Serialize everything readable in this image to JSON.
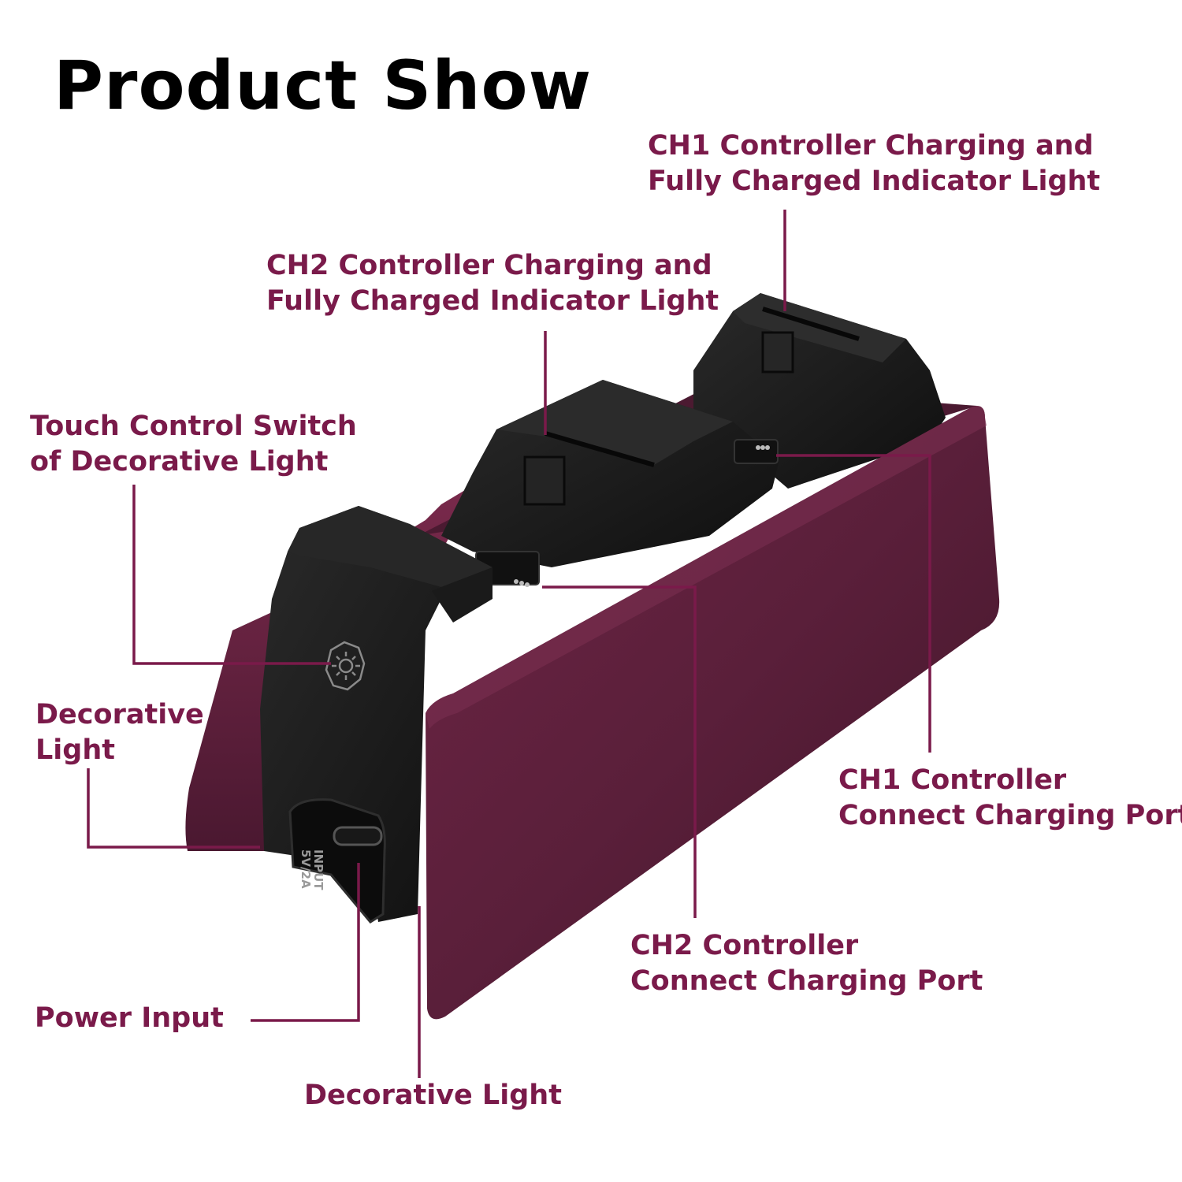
{
  "title": "Product Show",
  "colors": {
    "accent": "#7a1a4a",
    "panel": "#6b1f3d",
    "body": "#1c1c1c"
  },
  "labels": {
    "ch1_indicator": [
      "CH1 Controller Charging and",
      "Fully Charged Indicator Light"
    ],
    "ch2_indicator": [
      "CH2 Controller Charging and",
      "Fully Charged Indicator Light"
    ],
    "touch_switch": [
      "Touch Control Switch",
      "of Decorative Light"
    ],
    "decorative_light_left": [
      "Decorative",
      "Light"
    ],
    "ch1_port": [
      "CH1 Controller",
      "Connect Charging Port"
    ],
    "ch2_port": [
      "CH2 Controller",
      "Connect Charging Port"
    ],
    "power_input": "Power Input",
    "decorative_light_bottom": "Decorative Light"
  },
  "port_marking": [
    "INPUT",
    "5V/2A"
  ],
  "icons": [
    "light-sun-icon",
    "usb-c-port-icon"
  ]
}
